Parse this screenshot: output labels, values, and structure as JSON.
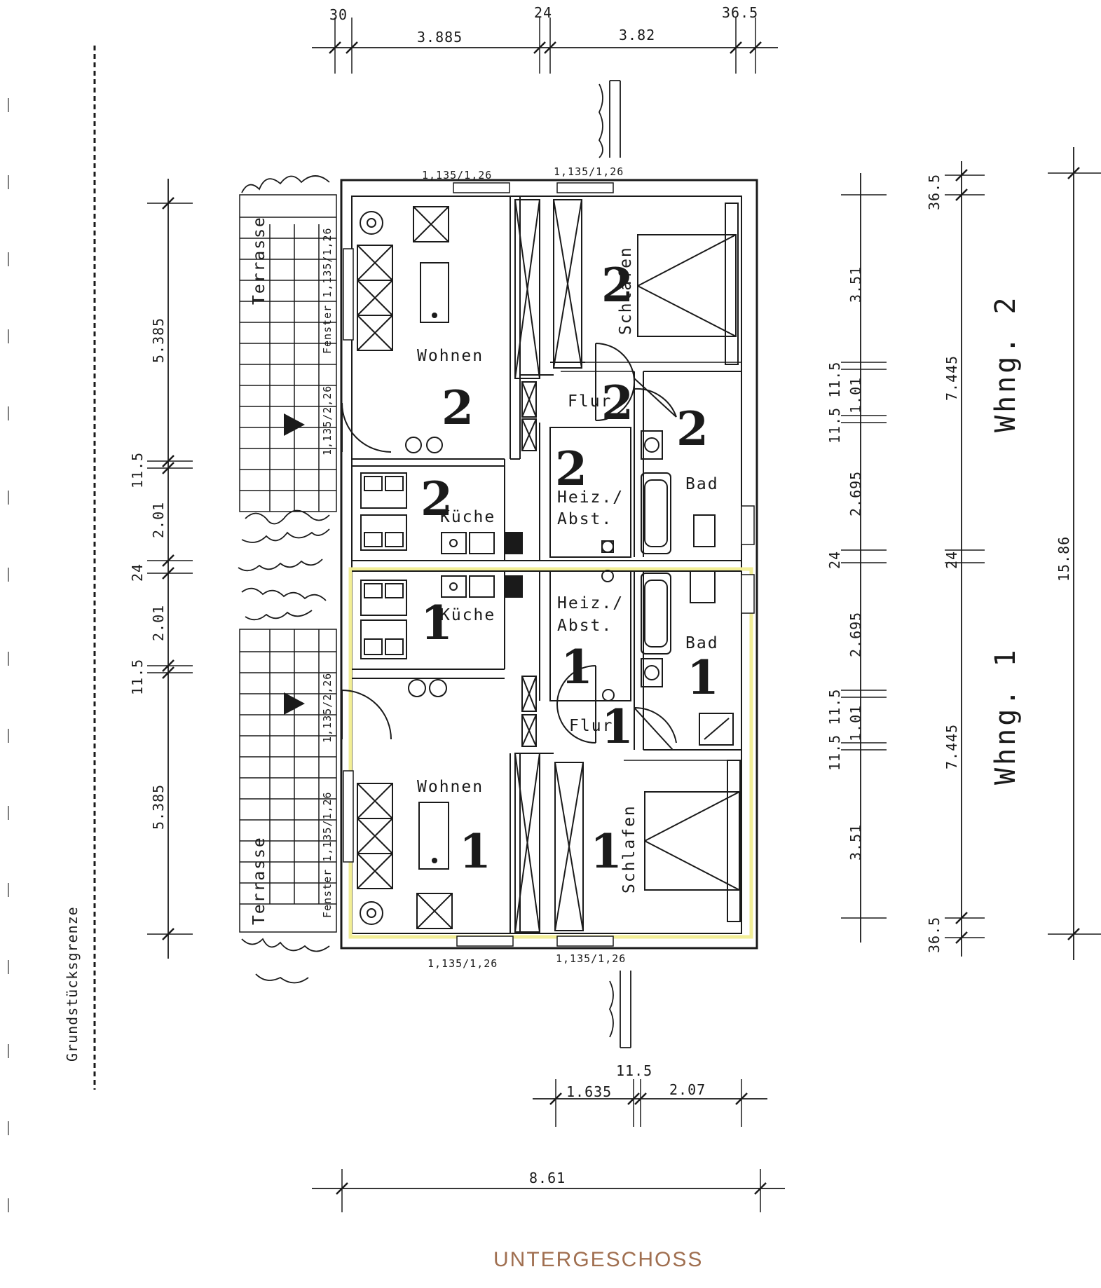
{
  "title": "Untergeschoss",
  "boundary_label": "Grundstücksgrenze",
  "top_dims": {
    "wall_left": "30",
    "left_span": "3.885",
    "wall_mid": "24",
    "right_span": "3.82",
    "wall_right": "36.5"
  },
  "bottom_dims": {
    "span_left": "1.635",
    "wall": "11.5",
    "span_right": "2.07",
    "total": "8.61"
  },
  "left_dims": {
    "upper": "5.385",
    "wall_a": "11.5",
    "kitchen_2": "2.01",
    "party_wall": "24",
    "kitchen_1": "2.01",
    "wall_b": "11.5",
    "lower": "5.385"
  },
  "right_inner_dims": {
    "schlafen_2": "3.51",
    "walls_2": "11.5 11.5",
    "flur_2": "1.01",
    "bad_2": "2.695",
    "party_wall": "24",
    "bad_1": "2.695",
    "walls_1": "11.5 11.5",
    "flur_1": "1.01",
    "schlafen_1": "3.51"
  },
  "right_outer_dims": {
    "wall_top": "36.5",
    "unit_2": "7.445",
    "party_wall": "24",
    "unit_1": "7.445",
    "wall_bottom": "36.5",
    "total": "15.86"
  },
  "units": [
    {
      "number": "2",
      "label": "Whng. 2"
    },
    {
      "number": "1",
      "label": "Whng. 1"
    }
  ],
  "rooms": {
    "wohnen": "Wohnen",
    "kueche": "Küche",
    "schlafen": "Schlafen",
    "flur": "Flur",
    "bad": "Bad",
    "heiz_1": "Heiz./",
    "heiz_2": "Abst.",
    "terrasse": "Terrasse",
    "fenster": "Fenster 1,135/1,26",
    "door_window": "1,135/2,26",
    "window_size": "1,135/1,26"
  }
}
